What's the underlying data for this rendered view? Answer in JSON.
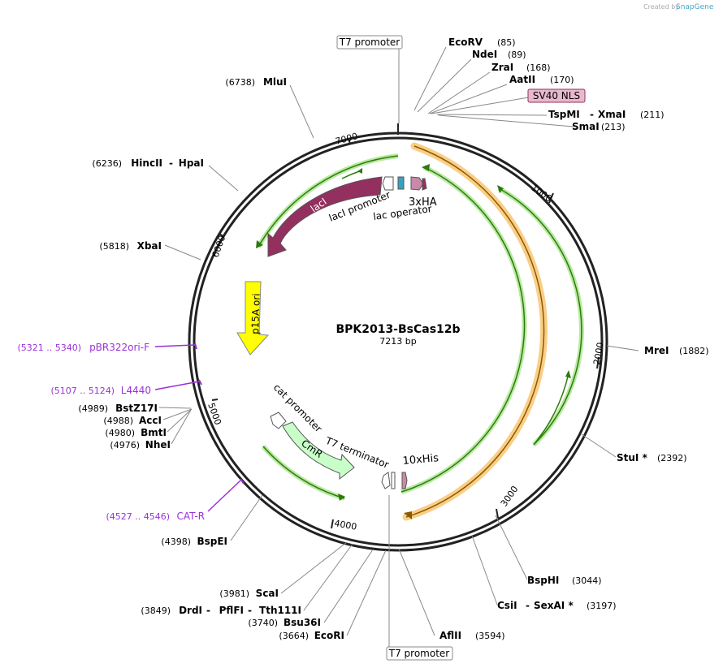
{
  "credit": {
    "created_by": "Created by",
    "brand": "SnapGene"
  },
  "plasmid": {
    "name": "BPK2013-BsCas12b",
    "size": "7213 bp"
  },
  "ticks": [
    "1000",
    "2000",
    "3000",
    "4000",
    "5000",
    "6000",
    "7000"
  ],
  "enzymes": [
    {
      "name": "EcoRV",
      "pos": "(85)"
    },
    {
      "name": "NdeI",
      "pos": "(89)"
    },
    {
      "name": "ZraI",
      "pos": "(168)"
    },
    {
      "name": "AatII",
      "pos": "(170)"
    },
    {
      "name": "TspMI",
      "sep": "-",
      "name2": "XmaI",
      "pos": "(211)"
    },
    {
      "name": "SmaI",
      "pos": "(213)"
    },
    {
      "name": "MreI",
      "pos": "(1882)"
    },
    {
      "name": "StuI *",
      "pos": "(2392)"
    },
    {
      "name": "BspHI",
      "pos": "(3044)"
    },
    {
      "name": "CsiI",
      "sep": "-",
      "name2": "SexAI *",
      "pos": "(3197)"
    },
    {
      "name": "AflII",
      "pos": "(3594)"
    },
    {
      "name": "EcoRI",
      "pos": "(3664)"
    },
    {
      "name": "Bsu36I",
      "pos": "(3740)"
    },
    {
      "name": "DrdI",
      "sep": "-",
      "name2": "PflFI",
      "sep2": "-",
      "name3": "Tth111I",
      "pos": "(3849)"
    },
    {
      "name": "ScaI",
      "pos": "(3981)"
    },
    {
      "name": "BspEI",
      "pos": "(4398)"
    },
    {
      "name": "NheI",
      "pos": "(4976)"
    },
    {
      "name": "BmtI",
      "pos": "(4980)"
    },
    {
      "name": "AccI",
      "pos": "(4988)"
    },
    {
      "name": "BstZ17I",
      "pos": "(4989)"
    },
    {
      "name": "XbaI",
      "pos": "(5818)"
    },
    {
      "name": "HincII",
      "sep": "-",
      "name2": "HpaI",
      "pos": "(6236)"
    },
    {
      "name": "MluI",
      "pos": "(6738)"
    }
  ],
  "primers": [
    {
      "name": "pBR322ori-F",
      "pos": "(5321 .. 5340)"
    },
    {
      "name": "L4440",
      "pos": "(5107 .. 5124)"
    },
    {
      "name": "CAT-R",
      "pos": "(4527 .. 4546)"
    }
  ],
  "boxed_features": {
    "t7_top": "T7 promoter",
    "t7_bottom": "T7 promoter",
    "sv40": "SV40 NLS"
  },
  "features": {
    "laci": "lacI",
    "laci_promoter": "lacI promoter",
    "lac_operator": "lac operator",
    "ha": "3xHA",
    "p15a": "p15A ori",
    "cat_promoter": "cat promoter",
    "cmr": "CmR",
    "t7_terminator": "T7 terminator",
    "his": "10xHis"
  },
  "colors": {
    "laci": "#94305f",
    "p15a": "#ffff00",
    "cmr": "#c8ffc8",
    "orange_arc": "#f5a623",
    "green_arc": "#3a9a1a",
    "ha": "#c98aa8",
    "primer": "#9b30d9"
  }
}
